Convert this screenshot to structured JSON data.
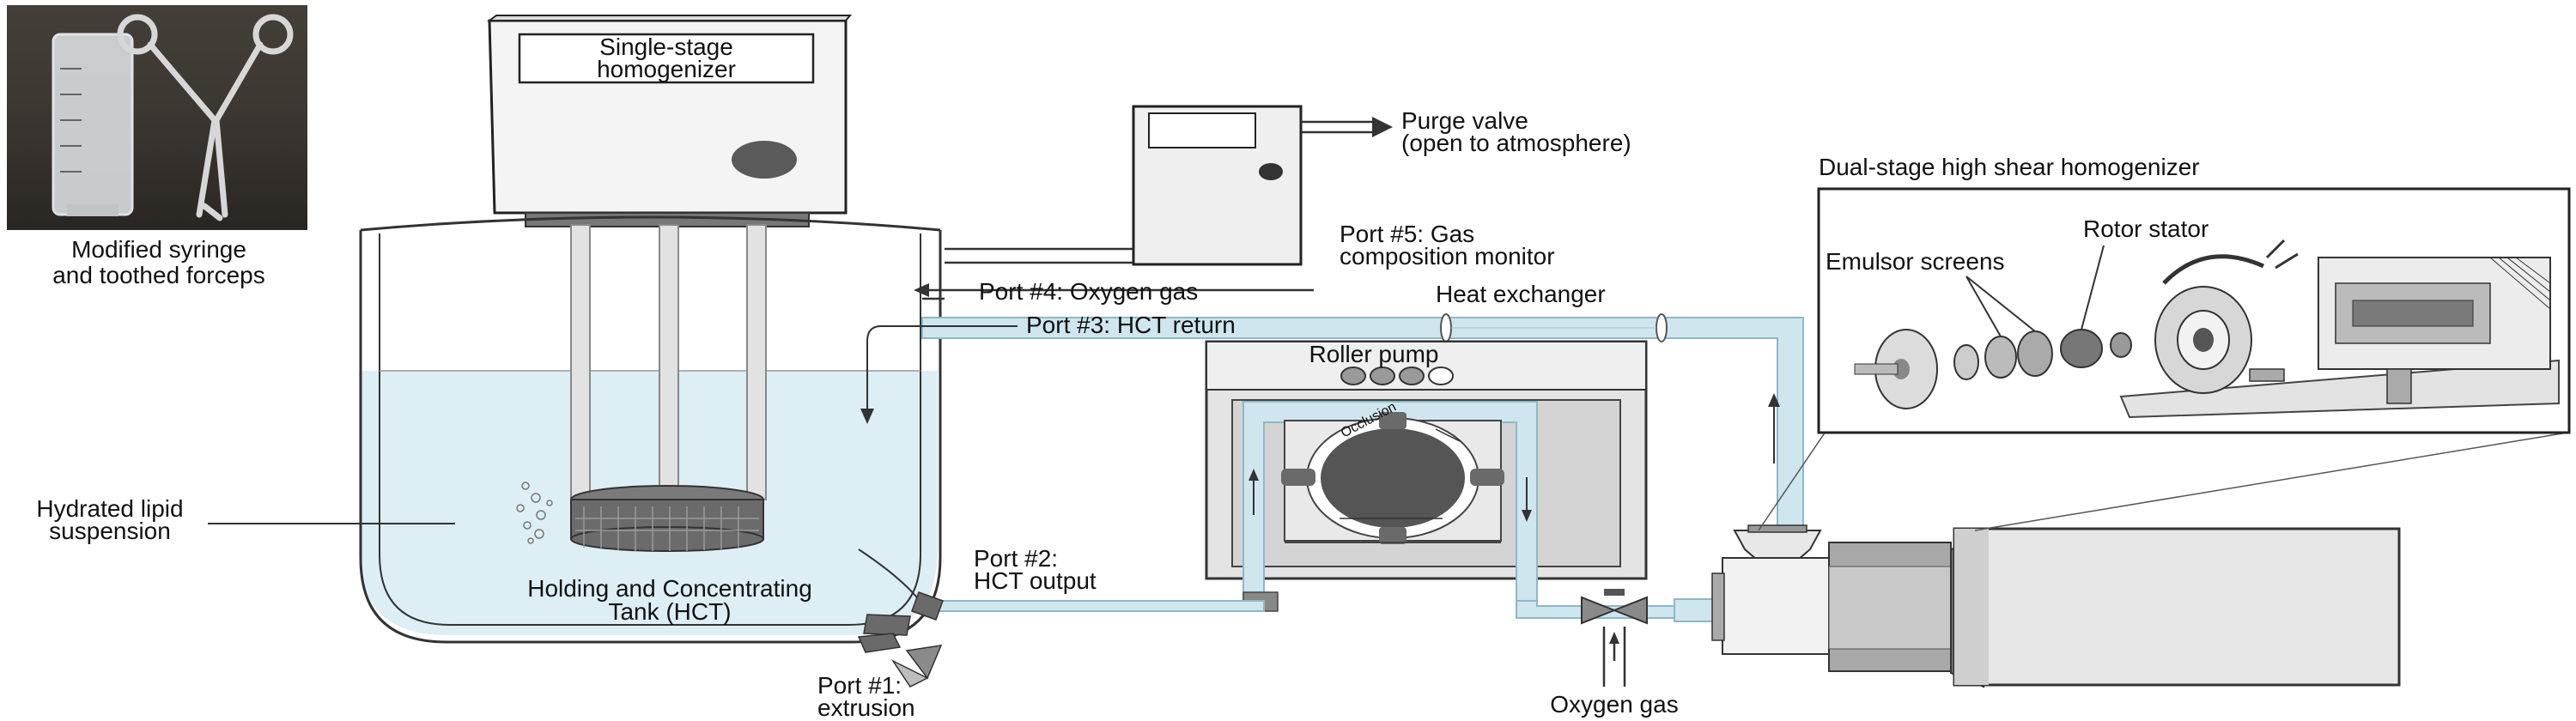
{
  "labels": {
    "photo_caption_1": "Modified syringe",
    "photo_caption_2": "and toothed forceps",
    "homogenizer_1": "Single-stage",
    "homogenizer_2": "homogenizer",
    "purge_1": "Purge valve",
    "purge_2": "(open to atmosphere)",
    "port5_1": "Port #5: Gas",
    "port5_2": "composition monitor",
    "port4": "Port #4: Oxygen gas",
    "port3": "Port #3: HCT return",
    "heat_exchanger": "Heat exchanger",
    "roller_pump": "Roller pump",
    "occlusion": "Occlusion",
    "dual_stage": "Dual-stage high shear homogenizer",
    "rotor_stator": "Rotor stator",
    "emulsor_screens": "Emulsor screens",
    "lipid_1": "Hydrated lipid",
    "lipid_2": "suspension",
    "tank_1": "Holding and Concentrating",
    "tank_2": "Tank (HCT)",
    "port2_1": "Port #2:",
    "port2_2": "HCT output",
    "port1_1": "Port #1:",
    "port1_2": "extrusion",
    "oxygen_gas": "Oxygen gas"
  },
  "colors": {
    "tube": "#cfe6ef",
    "tube_stroke": "#8fb8c8",
    "liquid": "#deeef5",
    "device_fill": "#ececec",
    "dark_part": "#555555"
  }
}
